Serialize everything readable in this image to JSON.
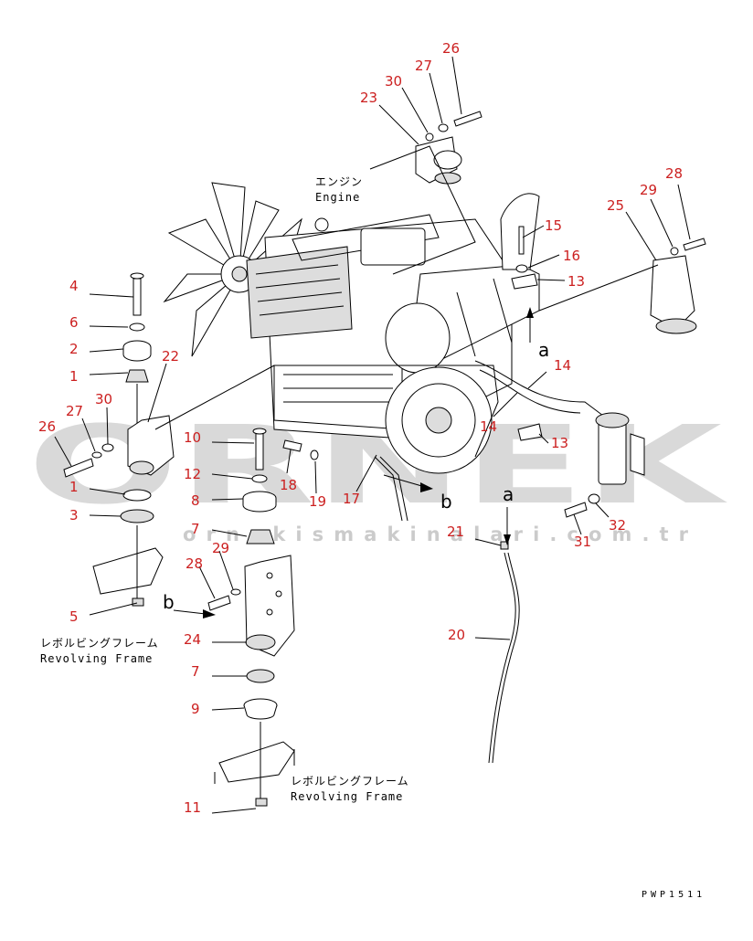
{
  "captions": {
    "engine_jp": "エンジン",
    "engine_en": "Engine",
    "frame1_jp": "レボルビングフレーム",
    "frame1_en": "Revolving Frame",
    "frame2_jp": "レボルビングフレーム",
    "frame2_en": "Revolving Frame"
  },
  "refs": {
    "a_top": "a",
    "a_bottom": "a",
    "b_left": "b",
    "b_right": "b"
  },
  "watermark": {
    "logo": "ORNEK",
    "url": "ornekismakinalari.com.tr"
  },
  "drawing_code": "PWP1511",
  "colors": {
    "part_label": "#cc2020",
    "line": "#000000",
    "watermark": "#bbbbbb"
  },
  "part_labels": [
    {
      "id": "26",
      "text": "26"
    },
    {
      "id": "27",
      "text": "27"
    },
    {
      "id": "30",
      "text": "30"
    },
    {
      "id": "23",
      "text": "23"
    },
    {
      "id": "15",
      "text": "15"
    },
    {
      "id": "16",
      "text": "16"
    },
    {
      "id": "13",
      "text": "13"
    },
    {
      "id": "25",
      "text": "25"
    },
    {
      "id": "29",
      "text": "29"
    },
    {
      "id": "28",
      "text": "28"
    },
    {
      "id": "4",
      "text": "4"
    },
    {
      "id": "6",
      "text": "6"
    },
    {
      "id": "2",
      "text": "2"
    },
    {
      "id": "1",
      "text": "1"
    },
    {
      "id": "22",
      "text": "22"
    },
    {
      "id": "30",
      "text": "30"
    },
    {
      "id": "27",
      "text": "27"
    },
    {
      "id": "26",
      "text": "26"
    },
    {
      "id": "1",
      "text": "1"
    },
    {
      "id": "3",
      "text": "3"
    },
    {
      "id": "5",
      "text": "5"
    },
    {
      "id": "10",
      "text": "10"
    },
    {
      "id": "12",
      "text": "12"
    },
    {
      "id": "8",
      "text": "8"
    },
    {
      "id": "7",
      "text": "7"
    },
    {
      "id": "29",
      "text": "29"
    },
    {
      "id": "28",
      "text": "28"
    },
    {
      "id": "24",
      "text": "24"
    },
    {
      "id": "7",
      "text": "7"
    },
    {
      "id": "9",
      "text": "9"
    },
    {
      "id": "11",
      "text": "11"
    },
    {
      "id": "18",
      "text": "18"
    },
    {
      "id": "19",
      "text": "19"
    },
    {
      "id": "17",
      "text": "17"
    },
    {
      "id": "14",
      "text": "14"
    },
    {
      "id": "14",
      "text": "14"
    },
    {
      "id": "13",
      "text": "13"
    },
    {
      "id": "21",
      "text": "21"
    },
    {
      "id": "20",
      "text": "20"
    },
    {
      "id": "31",
      "text": "31"
    },
    {
      "id": "32",
      "text": "32"
    }
  ]
}
